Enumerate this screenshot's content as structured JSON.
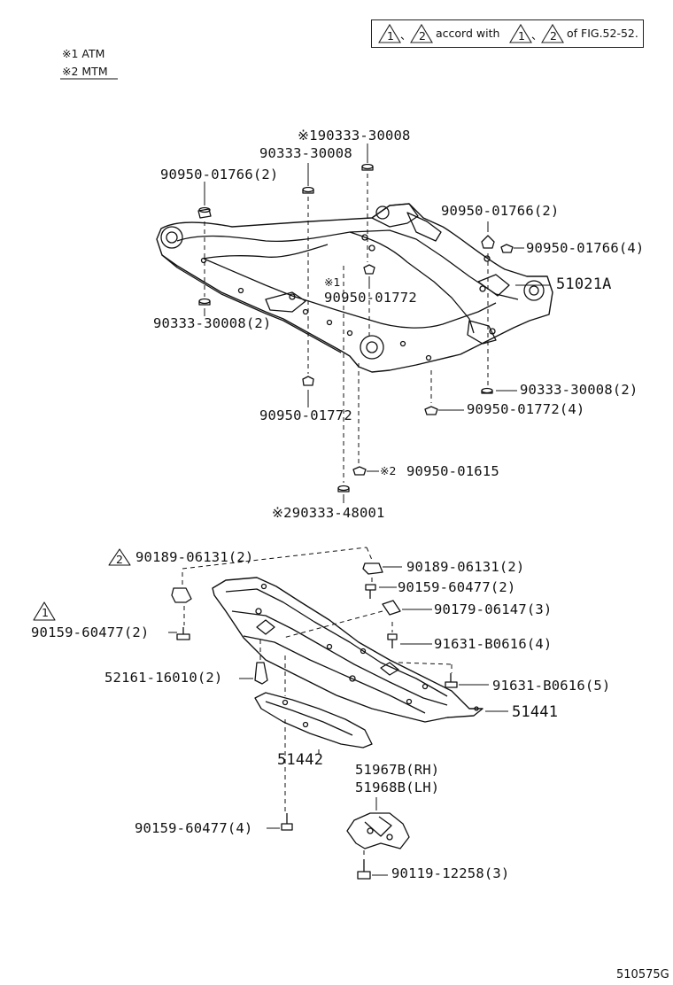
{
  "legend": {
    "tri1": "1",
    "tri2": "2",
    "sep": "、",
    "accord": "accord with",
    "of_fig": "of FIG.52-52."
  },
  "notes": {
    "atm": "※1 ATM",
    "mtm": "※2 MTM"
  },
  "parts": {
    "p1": "※190333-30008",
    "p2": "90333-30008",
    "p3": "90950-01766(2)",
    "p4": "90950-01766(2)",
    "p5": "90950-01766(4)",
    "p6_mark": "※1",
    "p6": "90950-01772",
    "p7": "51021A",
    "p8": "90333-30008(2)",
    "p9": "90333-30008(2)",
    "p10": "90950-01772(4)",
    "p11": "90950-01772",
    "p12_mark": "※2",
    "p12": "90950-01615",
    "p13": "※290333-48001",
    "p14_tri": "2",
    "p14": "90189-06131(2)",
    "p15": "90189-06131(2)",
    "p16": "90159-60477(2)",
    "p17": "90179-06147(3)",
    "p18_tri": "1",
    "p18": "90159-60477(2)",
    "p19": "91631-B0616(4)",
    "p20": "52161-16010(2)",
    "p21": "91631-B0616(5)",
    "p22": "51441",
    "p23": "51442",
    "p24": "51967B(RH)",
    "p25": "51968B(LH)",
    "p26": "90159-60477(4)",
    "p27": "90119-12258(3)"
  },
  "figure_id": "510575G"
}
